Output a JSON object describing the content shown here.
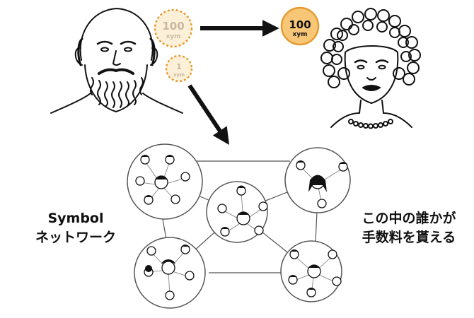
{
  "coins": {
    "sender_amount": "100",
    "sender_unit": "xym",
    "fee_amount": "1",
    "fee_unit": "xym",
    "receiver_amount": "100",
    "receiver_unit": "xym"
  },
  "captions": {
    "network_line1": "Symbol",
    "network_line2": "ネットワーク",
    "fee_line1": "この中の誰かが",
    "fee_line2": "手数料を貰える"
  },
  "colors": {
    "coin_fill": "#f7c777",
    "coin_fill_faded": "#fdf0d8",
    "coin_stroke": "#e79a2e",
    "coin_text": "#111111",
    "coin_text_faded": "#c9b9a0",
    "ink": "#111111"
  }
}
